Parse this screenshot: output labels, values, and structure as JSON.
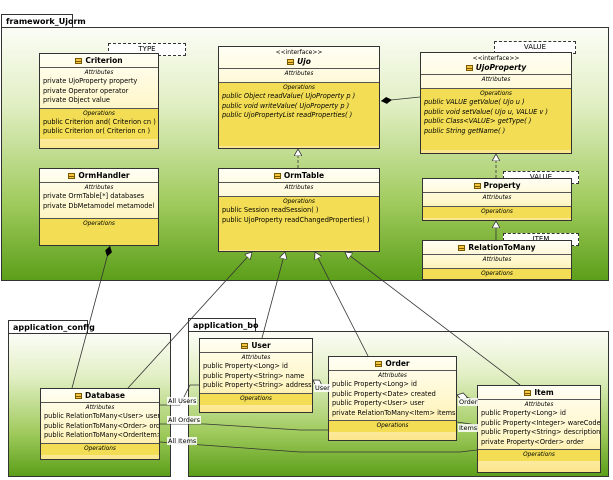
{
  "packages": {
    "framework": "framework_Ujorm",
    "config": "application_config",
    "bo": "application_bo"
  },
  "type_params": {
    "type": "TYPE",
    "value": "VALUE",
    "value2": "VALUE",
    "item": "ITEM"
  },
  "sections": {
    "attributes": "Attributes",
    "operations": "Operations"
  },
  "classes": {
    "criterion": {
      "name": "Criterion",
      "attributes": [
        "private UjoProperty property",
        "private Operator operator",
        "private Object value"
      ],
      "operations": [
        "public Criterion  and( Criterion cn )",
        "public Criterion  or( Criterion cn )"
      ]
    },
    "ujo": {
      "stereotype": "<<interface>>",
      "name": "Ujo",
      "operations": [
        "public Object  readValue( UjoProperty p )",
        "public void  writeValue( UjoProperty p )",
        "public UjoPropertyList  readProperties( )"
      ]
    },
    "ujoproperty": {
      "stereotype": "<<interface>>",
      "name": "UjoProperty",
      "operations": [
        "public VALUE  getValue( Ujo u )",
        "public void  setValue( Ujo u, VALUE v )",
        "public Class<VALUE>  getType( )",
        "public String  getName( )"
      ]
    },
    "ormhandler": {
      "name": "OrmHandler",
      "attributes": [
        "private OrmTable[*] databases",
        "private DbMetamodel metamodel"
      ]
    },
    "ormtable": {
      "name": "OrmTable",
      "operations": [
        "public Session  readSession( )",
        "public UjoProperty  readChangedProperties( )"
      ]
    },
    "property": {
      "name": "Property"
    },
    "relationtomany": {
      "name": "RelationToMany"
    },
    "database": {
      "name": "Database",
      "attributes": [
        "public RelationToMany<User> users",
        "public RelationToMany<Order> orders",
        "public RelationToMany<OrderItem> items"
      ]
    },
    "user": {
      "name": "User",
      "attributes": [
        "public Property<Long> id",
        "public Property<String> name",
        "public Property<String> address"
      ]
    },
    "order": {
      "name": "Order",
      "attributes": [
        "public Property<Long> id",
        "public Property<Date> created",
        "public Property<User> user",
        "private RelationToMany<Item> items"
      ]
    },
    "item": {
      "name": "Item",
      "attributes": [
        "public Property<Long> id",
        "public Property<Integer> wareCode",
        "public Property<String> description",
        "private Property<Order> order"
      ]
    }
  },
  "association_labels": {
    "all_users": "All Users",
    "all_orders": "All Orders",
    "all_items": "All Items",
    "user": "User",
    "order": "Order",
    "items": "Items"
  }
}
